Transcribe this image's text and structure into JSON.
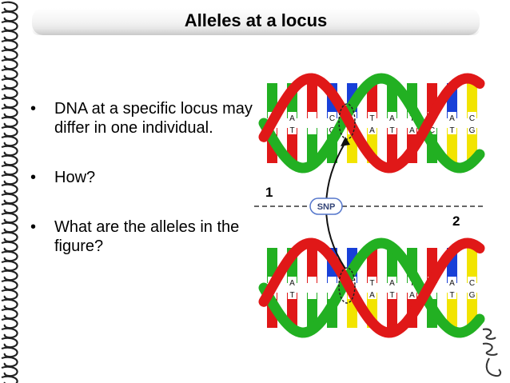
{
  "title": "Alleles at a locus",
  "bullets": [
    "DNA at a specific locus may differ in one individual.",
    "How?",
    "What are the alleles in the figure?"
  ],
  "bullet_marker": "•",
  "figure": {
    "strand1_label": "1",
    "strand2_label": "2",
    "snp_label": "SNP",
    "top_row": [
      "A",
      "A",
      "",
      "C",
      "",
      "T",
      "A",
      "T",
      "G",
      "A",
      "C"
    ],
    "bottom_row": [
      "T",
      "T",
      "",
      "G",
      "G",
      "A",
      "T",
      "A",
      "C",
      "T",
      "G"
    ],
    "strand2_top_row": [
      "A",
      "A",
      "",
      "",
      "T",
      "T",
      "A",
      "T",
      "",
      "A",
      "C"
    ],
    "strand2_bottom_row": [
      "T",
      "T",
      "",
      "",
      "A",
      "A",
      "T",
      "A",
      "",
      "T",
      "G"
    ]
  },
  "colors": {
    "green": "#22b022",
    "red": "#e01818",
    "blue": "#1840d8",
    "yellow": "#f2e400"
  },
  "icons": {
    "binding": "spiral-binding-icon",
    "logo": "calligraphy-logo-icon"
  }
}
